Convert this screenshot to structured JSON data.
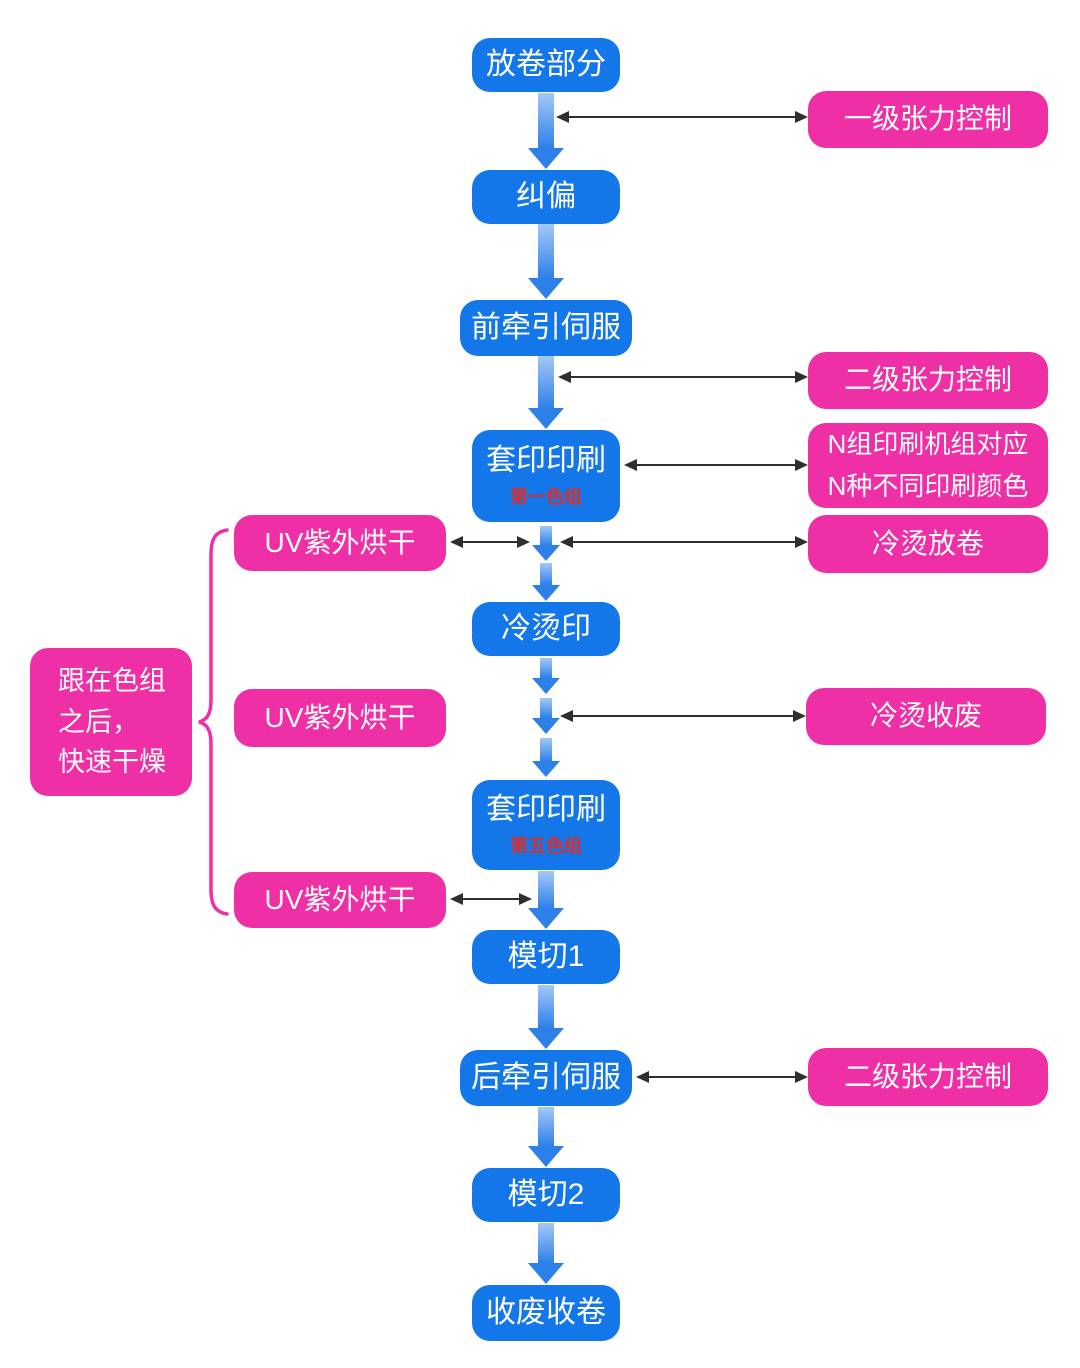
{
  "colors": {
    "blue": "#1477e9",
    "pink": "#ee2fa6",
    "red_sub": "#d43030",
    "arrow_black": "#2f2f2f",
    "arrow_top": "#a4c8f6",
    "arrow_bottom": "#2e80e9",
    "text_white": "#ffffff",
    "bg": "#ffffff"
  },
  "flow": {
    "main_nodes": [
      {
        "id": "unwind",
        "label": "放卷部分"
      },
      {
        "id": "web-guide-correction",
        "label": "纠偏"
      },
      {
        "id": "front-traction-servo",
        "label": "前牵引伺服"
      },
      {
        "id": "overprint-first",
        "label": "套印印刷",
        "sublabel": "第一色组"
      },
      {
        "id": "cold-foil-print",
        "label": "冷烫印"
      },
      {
        "id": "overprint-fifth",
        "label": "套印印刷",
        "sublabel": "第五色组"
      },
      {
        "id": "die-cut-1",
        "label": "模切1"
      },
      {
        "id": "rear-traction-servo",
        "label": "后牵引伺服"
      },
      {
        "id": "die-cut-2",
        "label": "模切2"
      },
      {
        "id": "waste-rewind",
        "label": "收废收卷"
      }
    ],
    "right_notes": [
      {
        "id": "tension-level-1",
        "label": "一级张力控制"
      },
      {
        "id": "tension-level-2",
        "label": "二级张力控制"
      },
      {
        "id": "n-print-groups",
        "lines": [
          "N组印刷机组对应",
          "N种不同印刷颜色"
        ]
      },
      {
        "id": "cold-foil-unwind",
        "label": "冷烫放卷"
      },
      {
        "id": "cold-foil-waste-rewind",
        "label": "冷烫收废"
      },
      {
        "id": "tension-level-2b",
        "label": "二级张力控制"
      }
    ],
    "left_notes": [
      {
        "id": "uv-dry-1",
        "label": "UV紫外烘干"
      },
      {
        "id": "uv-dry-2",
        "label": "UV紫外烘干"
      },
      {
        "id": "uv-dry-3",
        "label": "UV紫外烘干"
      }
    ],
    "brace_note": {
      "lines": [
        "跟在色组",
        "之后，",
        "快速干燥"
      ]
    }
  }
}
